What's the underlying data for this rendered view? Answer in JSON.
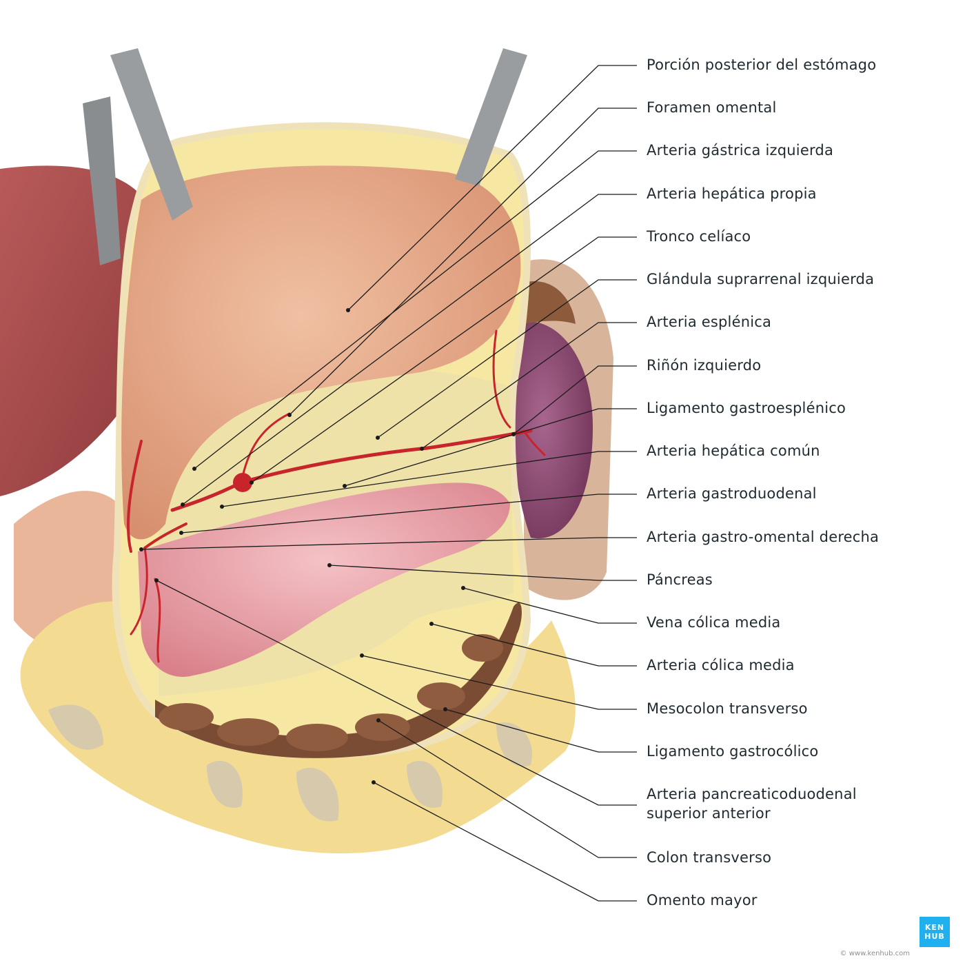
{
  "labels": [
    {
      "id": "porcion-posterior-estomago",
      "text": "Porción posterior del estómago"
    },
    {
      "id": "foramen-omental",
      "text": "Foramen omental"
    },
    {
      "id": "arteria-gastrica-izquierda",
      "text": "Arteria gástrica izquierda"
    },
    {
      "id": "arteria-hepatica-propia",
      "text": "Arteria hepática propia"
    },
    {
      "id": "tronco-celiaco",
      "text": "Tronco celíaco"
    },
    {
      "id": "glandula-suprarrenal-izquierda",
      "text": "Glándula suprarrenal izquierda"
    },
    {
      "id": "arteria-esplenica",
      "text": "Arteria esplénica"
    },
    {
      "id": "rinon-izquierdo",
      "text": "Riñón izquierdo"
    },
    {
      "id": "ligamento-gastroesplenico",
      "text": "Ligamento gastroesplénico"
    },
    {
      "id": "arteria-hepatica-comun",
      "text": "Arteria hepática común"
    },
    {
      "id": "arteria-gastroduodenal",
      "text": "Arteria gastroduodenal"
    },
    {
      "id": "arteria-gastro-omental-derecha",
      "text": "Arteria gastro-omental derecha"
    },
    {
      "id": "pancreas",
      "text": "Páncreas"
    },
    {
      "id": "vena-colica-media",
      "text": "Vena cólica media"
    },
    {
      "id": "arteria-colica-media",
      "text": "Arteria cólica media"
    },
    {
      "id": "mesocolon-transverso",
      "text": "Mesocolon transverso"
    },
    {
      "id": "ligamento-gastrocolico",
      "text": "Ligamento gastrocólico"
    },
    {
      "id": "arteria-pancreaticoduodenal",
      "text": "Arteria pancreaticoduodenal",
      "line2": "superior anterior"
    },
    {
      "id": "colon-transverso",
      "text": "Colon transverso"
    },
    {
      "id": "omento-mayor",
      "text": "Omento mayor"
    }
  ],
  "watermark": "© www.kenhub.com",
  "logo": {
    "line1": "KEN",
    "line2": "HUB",
    "color": "#1fb1ef"
  },
  "copyright": "© www.kenhub.com",
  "colors": {
    "stomach": "#e7a98b",
    "fat": "#f3dc92",
    "pancreas": "#eaa0a8",
    "kidney": "#8f4a72",
    "colon": "#7a4c33",
    "liver": "#a8484a",
    "artery": "#c8242c",
    "leader": "#1a1a1a"
  }
}
